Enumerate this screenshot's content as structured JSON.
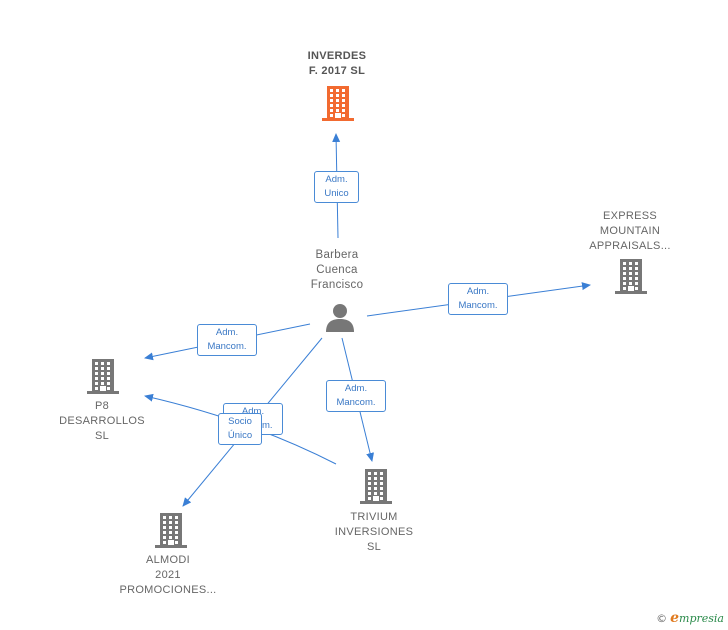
{
  "nodes": {
    "inverdes": {
      "lines": [
        "INVERDES",
        "F.  2017  SL"
      ],
      "color": "#f26a30"
    },
    "express": {
      "lines": [
        "EXPRESS",
        "MOUNTAIN",
        "APPRAISALS..."
      ],
      "color": "#777777"
    },
    "barbera": {
      "lines": [
        "Barbera",
        "Cuenca",
        "Francisco"
      ],
      "color": "#777777"
    },
    "p8": {
      "lines": [
        "P8",
        "DESARROLLOS",
        "SL"
      ],
      "color": "#777777"
    },
    "trivium": {
      "lines": [
        "TRIVIUM",
        "INVERSIONES",
        "SL"
      ],
      "color": "#777777"
    },
    "almodi": {
      "lines": [
        "ALMODI",
        "2021",
        "PROMOCIONES..."
      ],
      "color": "#777777"
    }
  },
  "edges": {
    "e1": {
      "lines": [
        "Adm.",
        "Unico"
      ]
    },
    "e2": {
      "lines": [
        "Adm.",
        "Mancom."
      ]
    },
    "e3": {
      "lines": [
        "Adm.",
        "Mancom."
      ]
    },
    "e4": {
      "lines": [
        "Adm.",
        "Mancom."
      ]
    },
    "e5": {
      "lines": [
        "Adm.",
        "Mancom."
      ]
    },
    "e6": {
      "lines": [
        "Socio",
        "Único"
      ]
    }
  },
  "edge_color": "#3a7fd5",
  "brand": {
    "copyright": "©",
    "initial": "e",
    "rest": "mpresia"
  }
}
